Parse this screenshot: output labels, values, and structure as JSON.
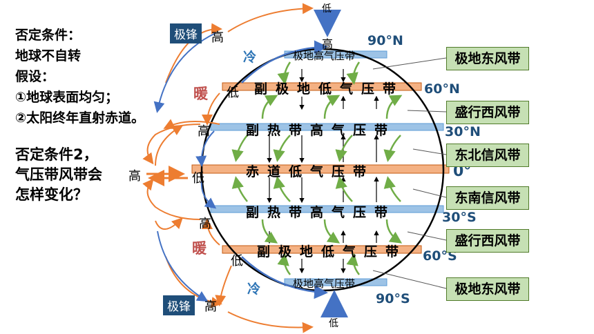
{
  "left_text": {
    "line1": "否定条件：",
    "line2": "地球不自转",
    "line3": "假设：",
    "line4": "①地球表面均匀；",
    "line5": "②太阳终年直射赤道。",
    "question1": "否定条件2，",
    "question2": "气压带风带会",
    "question3": "怎样变化？"
  },
  "pressure_labels": {
    "top_low": "低",
    "top_high": "高",
    "bottom_low": "低",
    "left_high_n": "高",
    "left_low_n": "低",
    "left_high_mid": "高",
    "left_high_n30": "高",
    "left_low_eq": "低",
    "left_high_s30": "高",
    "left_low_s": "低",
    "left_high_s": "高"
  },
  "air_masses": {
    "polar_front_n": "极锋",
    "polar_front_s": "极锋",
    "cold_n": "冷",
    "warm_n": "暖",
    "warm_s": "暖",
    "cold_s": "冷"
  },
  "bands": {
    "polar_high_n": "极地高气压带",
    "subpolar_low_n": "副极地低气压带",
    "subtropical_high_n": "副热带高气压带",
    "equatorial_low": "赤道低气压带",
    "subtropical_high_s": "副热带高气压带",
    "subpolar_low_s": "副极地低气压带",
    "polar_high_s": "极地高气压带"
  },
  "latitudes": {
    "n90": "90°N",
    "n60": "60°N",
    "n30": "30°N",
    "eq": "0°",
    "s30": "30°S",
    "s60": "60°S",
    "s90": "90°S"
  },
  "wind_belts": {
    "polar_easterlies_n": "极地东风带",
    "westerlies_n": "盛行西风带",
    "ne_trades": "东北信风带",
    "se_trades": "东南信风带",
    "westerlies_s": "盛行西风带",
    "polar_easterlies_s": "极地东风带"
  },
  "colors": {
    "high_band": "#9dc3e6",
    "low_band": "#f4b183",
    "wind_arrow": "#70ad47",
    "circulation": "#ed7d31",
    "polar_arrow": "#4472c4",
    "label_box": "#c6e0b4",
    "front_tag": "#1f4e79",
    "warm_text": "#c0504d",
    "cold_text": "#2e75b6"
  }
}
